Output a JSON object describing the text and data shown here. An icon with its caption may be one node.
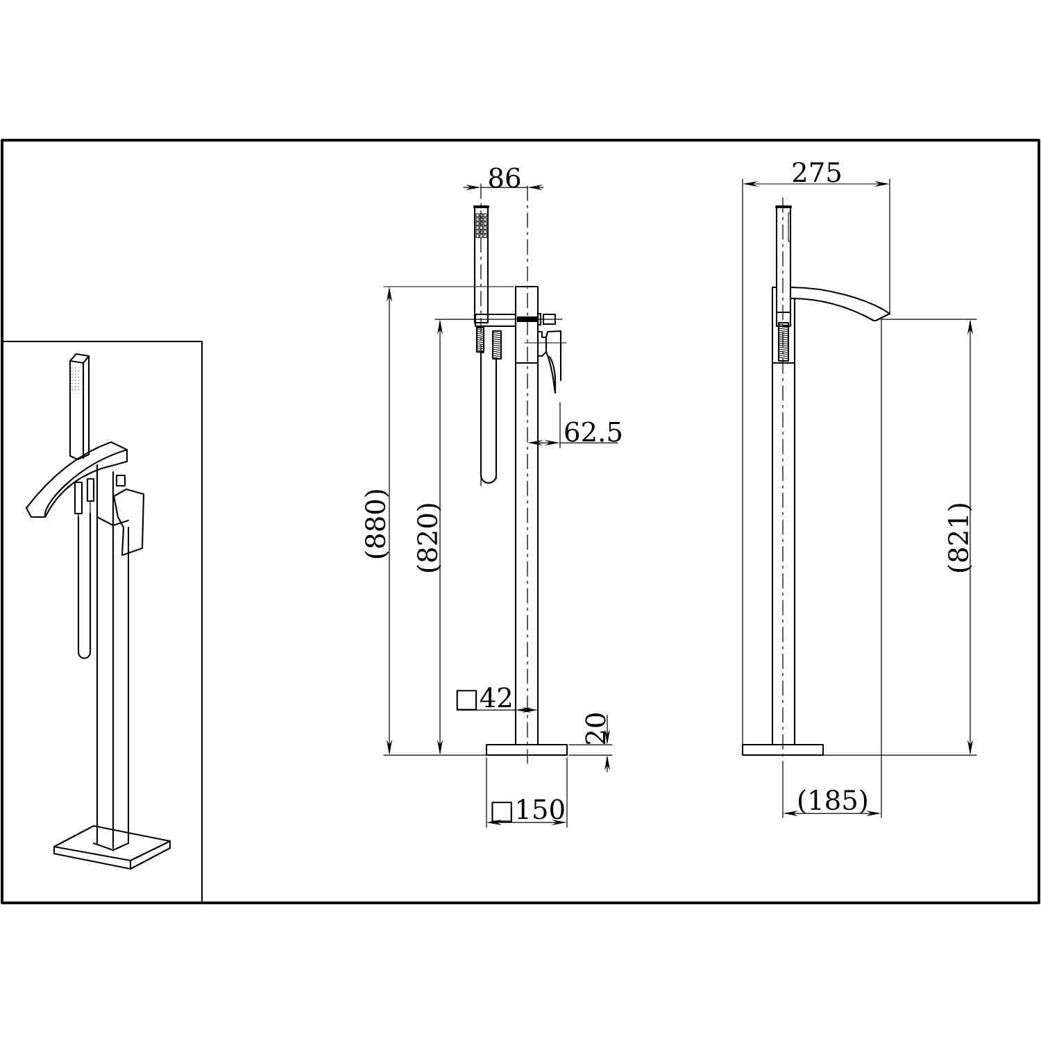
{
  "diagram": {
    "labels": [
      "86",
      "275",
      "62.5",
      "(880)",
      "(820)",
      "(821)",
      "□42",
      "20",
      "□150",
      "(185)"
    ]
  }
}
